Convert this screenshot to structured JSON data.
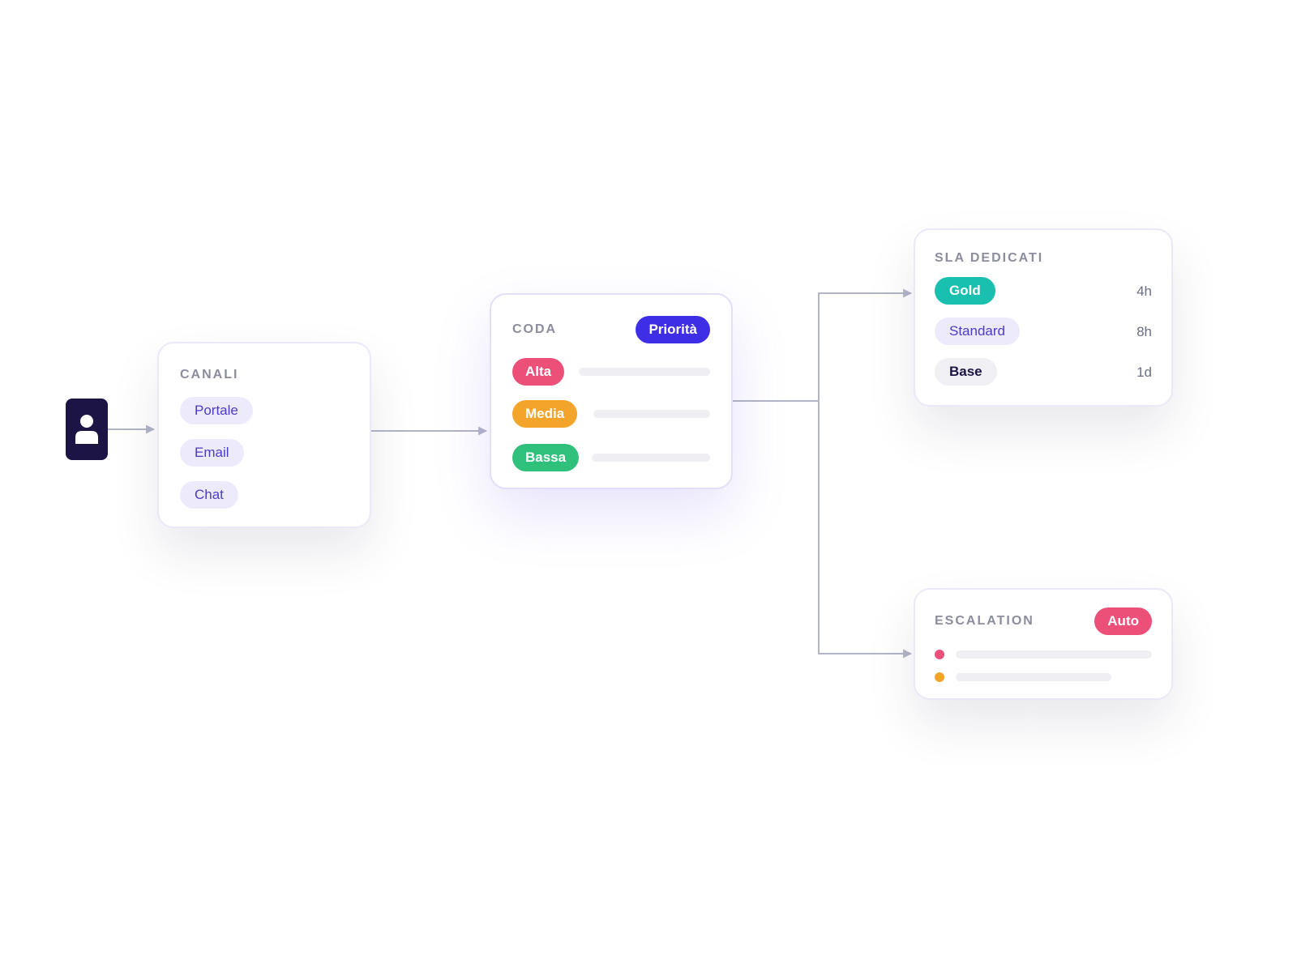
{
  "colors": {
    "accent": "#3e2ee6",
    "red": "#ec5079",
    "orange": "#f2a52a",
    "green": "#2fc07c",
    "teal": "#19c0b0",
    "light_pill": "#edeafc",
    "dark_node": "#1c1445",
    "connector": "#b2b4c8"
  },
  "user": {
    "icon": "user-icon"
  },
  "canali": {
    "title": "CANALI",
    "items": [
      {
        "label": "Portale"
      },
      {
        "label": "Email"
      },
      {
        "label": "Chat"
      }
    ]
  },
  "coda": {
    "title": "CODA",
    "badge": "Priorità",
    "priorities": [
      {
        "label": "Alta",
        "color": "#ec5079"
      },
      {
        "label": "Media",
        "color": "#f2a52a"
      },
      {
        "label": "Bassa",
        "color": "#2fc07c"
      }
    ]
  },
  "sla": {
    "title": "SLA DEDICATI",
    "tiers": [
      {
        "label": "Gold",
        "time": "4h",
        "color": "#19c0b0"
      },
      {
        "label": "Standard",
        "time": "8h",
        "color": "#edeafc"
      },
      {
        "label": "Base",
        "time": "1d",
        "color": "#f0f0f4"
      }
    ]
  },
  "escalation": {
    "title": "ESCALATION",
    "badge": "Auto",
    "dot_colors": [
      "#ec5079",
      "#f2a52a"
    ]
  }
}
